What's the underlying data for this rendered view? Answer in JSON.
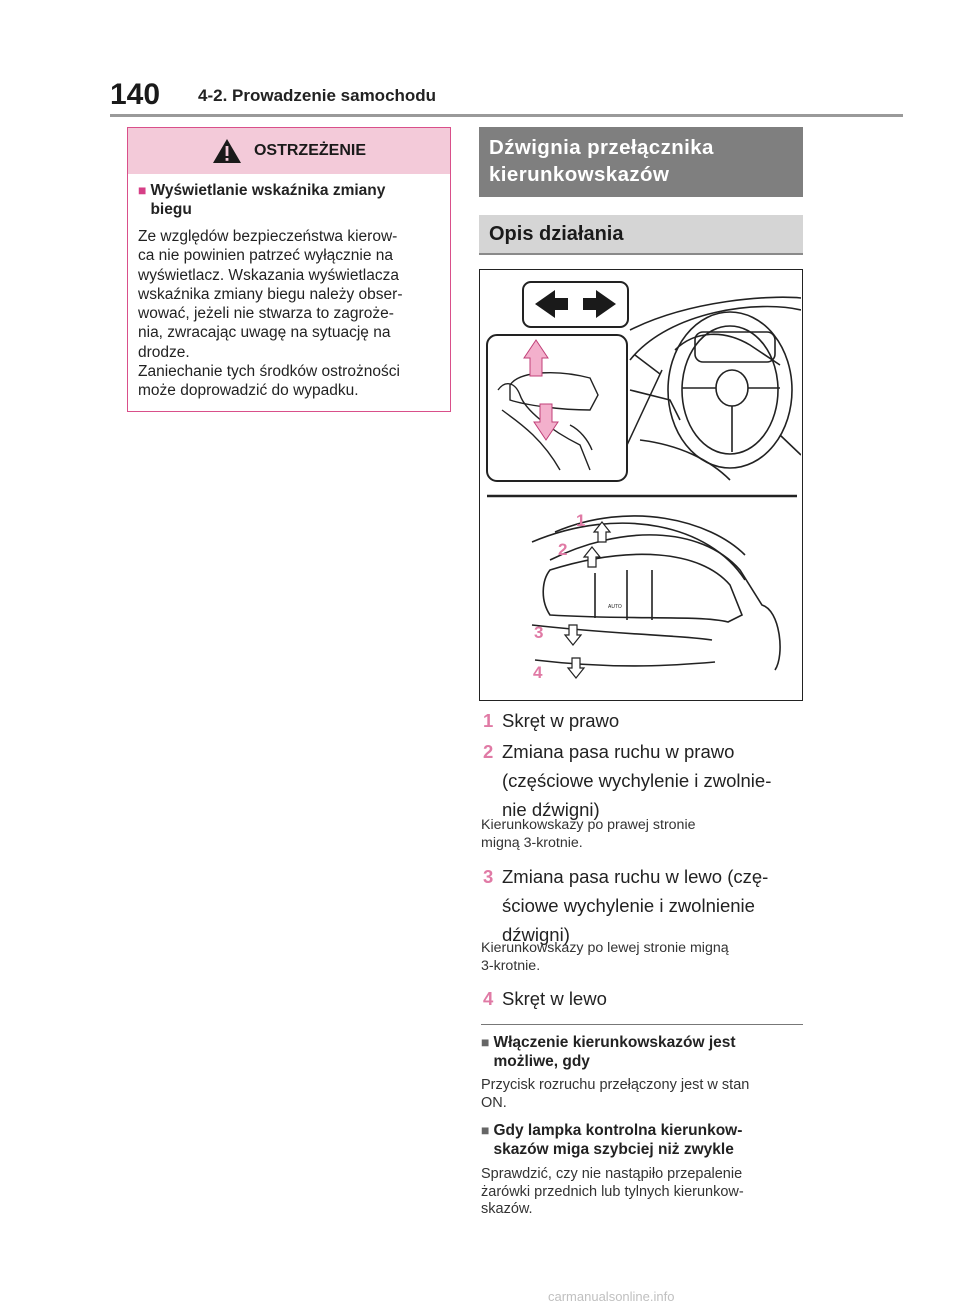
{
  "header": {
    "page_number": "140",
    "section": "4-2. Prowadzenie samochodu"
  },
  "warning": {
    "title": "OSTRZEŻENIE",
    "subtitle_line1": "Wyświetlanie wskaźnika zmiany",
    "subtitle_line2": "biegu",
    "body_lines": [
      "Ze względów bezpieczeństwa kierow-",
      "ca nie powinien patrzeć wyłącznie na",
      "wyświetlacz. Wskazania wyświetlacza",
      "wskaźnika zmiany biegu należy obser-",
      "wować, jeżeli nie stwarza to zagroże-",
      "nia, zwracając uwagę na sytuację na",
      "drodze.",
      "Zaniechanie tych środków ostrożności",
      "może doprowadzić do wypadku."
    ]
  },
  "section_heading": {
    "line1": "Dźwignia przełącznika",
    "line2": "kierunkowskazów"
  },
  "sub_heading": "Opis działania",
  "illustration": {
    "callouts": [
      "1",
      "2",
      "3",
      "4"
    ],
    "lever_label": "AUTO"
  },
  "items": [
    {
      "num": "1",
      "lines": [
        "Skręt w prawo"
      ]
    },
    {
      "num": "2",
      "lines": [
        "Zmiana pasa ruchu w prawo",
        "(częściowe wychylenie i zwolnie-",
        "nie dźwigni)"
      ]
    },
    {
      "num": "3",
      "lines": [
        "Zmiana pasa ruchu w lewo (czę-",
        "ściowe wychylenie i zwolnienie",
        "dźwigni)"
      ]
    },
    {
      "num": "4",
      "lines": [
        "Skręt w lewo"
      ]
    }
  ],
  "notes": {
    "item2": [
      "Kierunkowskazy po prawej stronie",
      "migną 3-krotnie."
    ],
    "item3": [
      "Kierunkowskazy po lewej stronie migną",
      "3-krotnie."
    ]
  },
  "info": [
    {
      "title_lines": [
        "Włączenie kierunkowskazów jest",
        "możliwe, gdy"
      ],
      "body_lines": [
        "Przycisk rozruchu przełączony jest w stan",
        "ON."
      ]
    },
    {
      "title_lines": [
        "Gdy lampka kontrolna kierunkow-",
        "skazów miga szybciej niż zwykle"
      ],
      "body_lines": [
        "Sprawdzić, czy nie nastąpiło przepalenie",
        "żarówki przednich lub tylnych kierunkow-",
        "skazów."
      ]
    }
  ],
  "footer": "carmanualsonline.info",
  "colors": {
    "accent_pink": "#d63f86",
    "number_pink": "#e07aa5",
    "warning_bg": "#f3cad9",
    "heading_dark": "#7f7f7f",
    "heading_light": "#d5d5d5"
  }
}
